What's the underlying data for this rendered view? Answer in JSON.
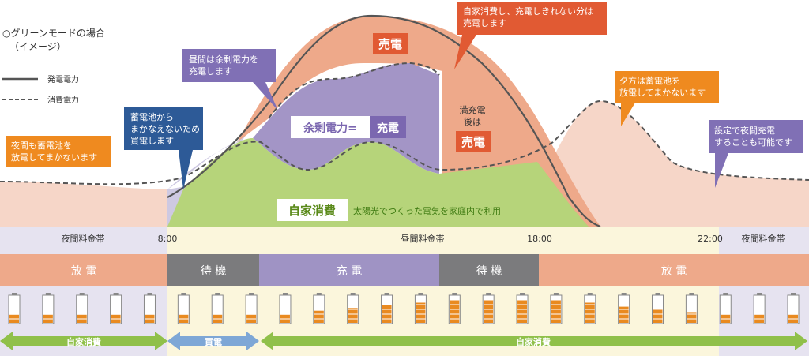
{
  "legend": {
    "title_line1": "○グリーンモードの場合",
    "title_line2": "（イメージ）",
    "generation": "発電電力",
    "consumption": "消費電力"
  },
  "labels": {
    "baiden_top": "売電",
    "surplus": "余剰電力=",
    "charge": "充電",
    "full_charge_line1": "満充電",
    "full_charge_line2": "後は",
    "baiden_after": "売電",
    "self_consumption": "自家消費",
    "self_consumption_note": "太陽光でつくった電気を家庭内で利用"
  },
  "callouts": {
    "night_discharge": [
      "夜間も蓄電池を",
      "放電してまかないます"
    ],
    "buy_power": [
      "蓄電池から",
      "まかなえないため",
      "買電します"
    ],
    "daytime_surplus": [
      "昼間は余剰電力を",
      "充電します"
    ],
    "sell_surplus": [
      "自家消費し、充電しきれない分は",
      "売電します"
    ],
    "evening_discharge": [
      "夕方は蓄電池を",
      "放電してまかないます"
    ],
    "night_charge": [
      "設定で夜間充電",
      "することも可能です"
    ]
  },
  "timeline": {
    "night_rate_left": "夜間料金帯",
    "day_rate": "昼間料金帯",
    "night_rate_right": "夜間料金帯",
    "t_0800": "8:00",
    "t_1800": "18:00",
    "t_2200": "22:00"
  },
  "modes": {
    "discharge_left": "放 電",
    "standby_1": "待 機",
    "charging": "充 電",
    "standby_2": "待 機",
    "discharge_right": "放 電"
  },
  "batteries": {
    "levels": [
      0.3,
      0.3,
      0.3,
      0.3,
      0.3,
      0.3,
      0.3,
      0.3,
      0.3,
      0.45,
      0.55,
      0.65,
      0.75,
      0.85,
      0.85,
      0.85,
      0.85,
      0.75,
      0.6,
      0.5,
      0.4,
      0.3,
      0.3,
      0.3
    ]
  },
  "bottom": {
    "self_left": "自家消費",
    "buy": "買電",
    "self_right": "自家消費"
  },
  "colors": {
    "consumption_fill": "#f6d6c8",
    "generation_sell": "#eea98a",
    "surplus_charge": "#a395c6",
    "self_consumption": "#b6d47a",
    "night_buy_fill": "#cec9e2",
    "discharge_band": "#eea98a",
    "standby_band": "#7b7b7d",
    "charge_band": "#9f93c4",
    "battery_fill": "#e98a20",
    "arrow_green": "#90c04a",
    "arrow_blue": "#7ea7d6",
    "callout_orange": "#ef8a1f",
    "callout_blue": "#2d5a97",
    "callout_purple": "#8070b5",
    "callout_red": "#e15a33"
  }
}
